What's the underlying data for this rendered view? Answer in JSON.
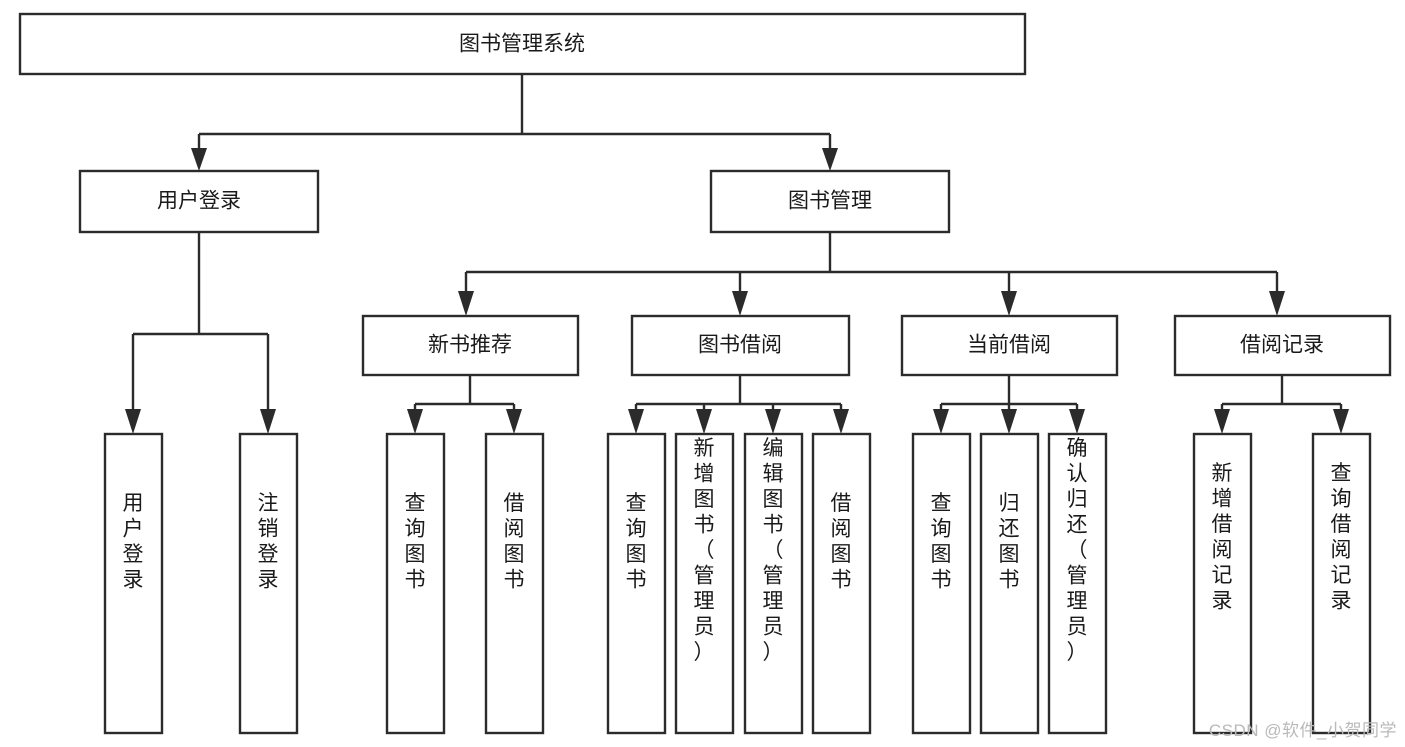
{
  "diagram": {
    "type": "tree",
    "title": "图书管理系统",
    "watermark": "CSDN @软件_小贺同学",
    "colors": {
      "background": "#ffffff",
      "stroke": "#2b2b2b",
      "node_fill": "#ffffff",
      "text": "#1a1a1a",
      "watermark": "#b9b9b9"
    },
    "levels": {
      "level0": [
        {
          "id": "root",
          "label": "图书管理系统",
          "orientation": "horizontal"
        }
      ],
      "level1": [
        {
          "id": "user-login",
          "label": "用户登录",
          "orientation": "horizontal"
        },
        {
          "id": "book-manage",
          "label": "图书管理",
          "orientation": "horizontal"
        }
      ],
      "level2": [
        {
          "id": "new-book-rec",
          "label": "新书推荐",
          "orientation": "horizontal"
        },
        {
          "id": "book-borrow",
          "label": "图书借阅",
          "orientation": "horizontal"
        },
        {
          "id": "current-borrow",
          "label": "当前借阅",
          "orientation": "horizontal"
        },
        {
          "id": "borrow-record",
          "label": "借阅记录",
          "orientation": "horizontal"
        }
      ],
      "level3": [
        {
          "id": "leaf-user-login",
          "label": "用户登录",
          "orientation": "vertical",
          "parent": "user-login"
        },
        {
          "id": "leaf-user-logout",
          "label": "注销登录",
          "orientation": "vertical",
          "parent": "user-login"
        },
        {
          "id": "leaf-query-book-1",
          "label": "查询图书",
          "orientation": "vertical",
          "parent": "new-book-rec"
        },
        {
          "id": "leaf-borrow-book-1",
          "label": "借阅图书",
          "orientation": "vertical",
          "parent": "new-book-rec"
        },
        {
          "id": "leaf-query-book-2",
          "label": "查询图书",
          "orientation": "vertical",
          "parent": "book-borrow"
        },
        {
          "id": "leaf-add-book",
          "label": "新增图书（管理员）",
          "orientation": "vertical",
          "parent": "book-borrow"
        },
        {
          "id": "leaf-edit-book",
          "label": "编辑图书（管理员）",
          "orientation": "vertical",
          "parent": "book-borrow"
        },
        {
          "id": "leaf-borrow-book-2",
          "label": "借阅图书",
          "orientation": "vertical",
          "parent": "book-borrow"
        },
        {
          "id": "leaf-query-book-3",
          "label": "查询图书",
          "orientation": "vertical",
          "parent": "current-borrow"
        },
        {
          "id": "leaf-return-book",
          "label": "归还图书",
          "orientation": "vertical",
          "parent": "current-borrow"
        },
        {
          "id": "leaf-confirm-return",
          "label": "确认归还（管理员）",
          "orientation": "vertical",
          "parent": "current-borrow"
        },
        {
          "id": "leaf-add-record",
          "label": "新增借阅记录",
          "orientation": "vertical",
          "parent": "borrow-record"
        },
        {
          "id": "leaf-query-record",
          "label": "查询借阅记录",
          "orientation": "vertical",
          "parent": "borrow-record"
        }
      ]
    }
  }
}
